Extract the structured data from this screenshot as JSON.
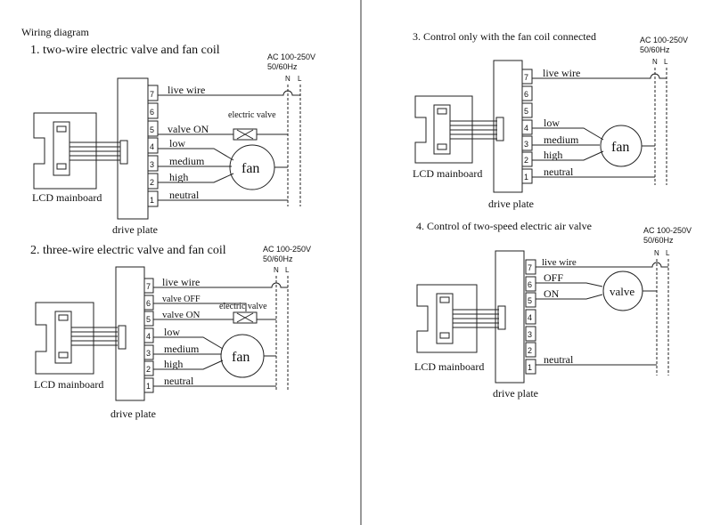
{
  "page": {
    "title": "Wiring diagram"
  },
  "sections": [
    {
      "title": "1. two-wire electric valve and fan coil",
      "supply": {
        "voltage": "AC 100-250V",
        "frequency": "50/60Hz",
        "n": "N",
        "l": "L"
      },
      "mainboard_label": "LCD mainboard",
      "plate_label": "drive plate",
      "terminals": [
        "7",
        "6",
        "5",
        "4",
        "3",
        "2",
        "1"
      ],
      "wires": {
        "live": "live wire",
        "valve_on": "valve ON",
        "low": "low",
        "medium": "medium",
        "high": "high",
        "neutral": "neutral"
      },
      "valve_label": "electric valve",
      "fan_label": "fan"
    },
    {
      "title": "2. three-wire electric valve and fan coil",
      "supply": {
        "voltage": "AC 100-250V",
        "frequency": "50/60Hz",
        "n": "N",
        "l": "L"
      },
      "mainboard_label": "LCD mainboard",
      "plate_label": "drive plate",
      "terminals": [
        "7",
        "6",
        "5",
        "4",
        "3",
        "2",
        "1"
      ],
      "wires": {
        "live": "live wire",
        "valve_off": "valve OFF",
        "valve_on": "valve ON",
        "low": "low",
        "medium": "medium",
        "high": "high",
        "neutral": "neutral"
      },
      "valve_label": "electric valve",
      "fan_label": "fan"
    },
    {
      "title": "3. Control only with the fan coil connected",
      "supply": {
        "voltage": "AC 100-250V",
        "frequency": "50/60Hz",
        "n": "N",
        "l": "L"
      },
      "mainboard_label": "LCD mainboard",
      "plate_label": "drive plate",
      "terminals": [
        "7",
        "6",
        "5",
        "4",
        "3",
        "2",
        "1"
      ],
      "wires": {
        "live": "live wire",
        "low": "low",
        "medium": "medium",
        "high": "high",
        "neutral": "neutral"
      },
      "fan_label": "fan"
    },
    {
      "title": "4. Control of two-speed electric air valve",
      "supply": {
        "voltage": "AC 100-250V",
        "frequency": "50/60Hz",
        "n": "N",
        "l": "L"
      },
      "mainboard_label": "LCD mainboard",
      "plate_label": "drive plate",
      "terminals": [
        "7",
        "6",
        "5",
        "4",
        "3",
        "2",
        "1"
      ],
      "wires": {
        "live": "live wire",
        "off": "OFF",
        "on": "ON",
        "neutral": "neutral"
      },
      "valve_label": "valve"
    }
  ]
}
